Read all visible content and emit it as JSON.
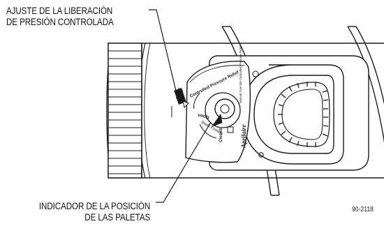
{
  "callouts": {
    "top": {
      "line1": "AJUSTE DE LA LIBERACIÓN",
      "line2": "DE PRESIÓN CONTROLADA"
    },
    "bottom": {
      "line1": "INDICADOR DE LA POSICIÓN",
      "line2": "DE LAS PALETAS"
    }
  },
  "damper_labels": {
    "pressure_relief": "Controlled Pressure Relief",
    "open": "Open",
    "closed": "Closed",
    "blade_position": "Blade Position",
    "maker_note": "Manual Override Controlled Pressure Relief",
    "brand": "Aprilaire"
  },
  "figure_id": "90-2118",
  "colors": {
    "line": "#1a1a1a",
    "background": "#ffffff"
  }
}
